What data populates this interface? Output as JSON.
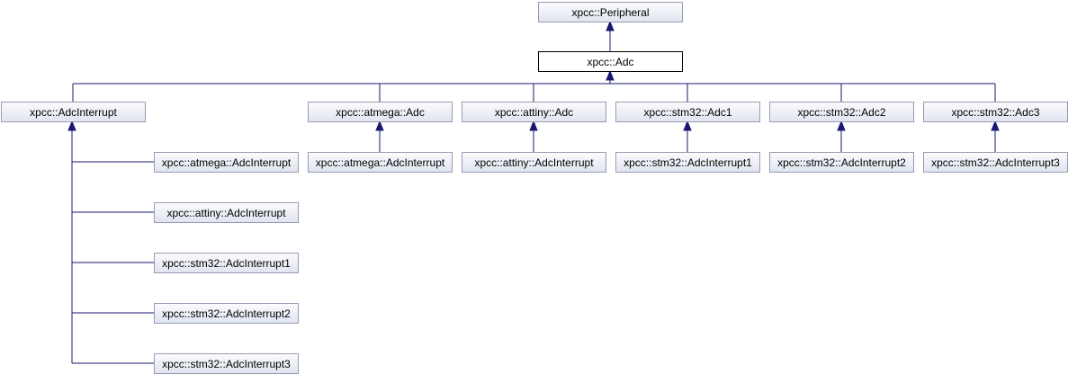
{
  "diagram": {
    "nodes": {
      "peripheral": "xpcc::Peripheral",
      "adc": "xpcc::Adc",
      "adcinterrupt": "xpcc::AdcInterrupt",
      "atmega_adc": "xpcc::atmega::Adc",
      "attiny_adc": "xpcc::attiny::Adc",
      "stm32_adc1": "xpcc::stm32::Adc1",
      "stm32_adc2": "xpcc::stm32::Adc2",
      "stm32_adc3": "xpcc::stm32::Adc3",
      "atmega_adcinterrupt_a": "xpcc::atmega::AdcInterrupt",
      "atmega_adcinterrupt_b": "xpcc::atmega::AdcInterrupt",
      "attiny_adcinterrupt_a": "xpcc::attiny::AdcInterrupt",
      "attiny_adcinterrupt_b": "xpcc::attiny::AdcInterrupt",
      "stm32_adcinterrupt1_a": "xpcc::stm32::AdcInterrupt1",
      "stm32_adcinterrupt1_b": "xpcc::stm32::AdcInterrupt1",
      "stm32_adcinterrupt2_a": "xpcc::stm32::AdcInterrupt2",
      "stm32_adcinterrupt2_b": "xpcc::stm32::AdcInterrupt2",
      "stm32_adcinterrupt3_a": "xpcc::stm32::AdcInterrupt3",
      "stm32_adcinterrupt3_b": "xpcc::stm32::AdcInterrupt3"
    },
    "current_node": "adc",
    "edges": [
      [
        "adc",
        "peripheral"
      ],
      [
        "adcinterrupt",
        "adc"
      ],
      [
        "atmega_adc",
        "adc"
      ],
      [
        "attiny_adc",
        "adc"
      ],
      [
        "stm32_adc1",
        "adc"
      ],
      [
        "stm32_adc2",
        "adc"
      ],
      [
        "stm32_adc3",
        "adc"
      ],
      [
        "atmega_adcinterrupt_b",
        "atmega_adc"
      ],
      [
        "attiny_adcinterrupt_b",
        "attiny_adc"
      ],
      [
        "stm32_adcinterrupt1_b",
        "stm32_adc1"
      ],
      [
        "stm32_adcinterrupt2_b",
        "stm32_adc2"
      ],
      [
        "stm32_adcinterrupt3_b",
        "stm32_adc3"
      ],
      [
        "atmega_adcinterrupt_a",
        "adcinterrupt"
      ],
      [
        "attiny_adcinterrupt_a",
        "adcinterrupt"
      ],
      [
        "stm32_adcinterrupt1_a",
        "adcinterrupt"
      ],
      [
        "stm32_adcinterrupt2_a",
        "adcinterrupt"
      ],
      [
        "stm32_adcinterrupt3_a",
        "adcinterrupt"
      ]
    ],
    "colors": {
      "edge": "#191970",
      "node_border": "#9a9ab4",
      "node_fill_top": "#fcfcfd",
      "node_fill_bottom": "#dfe4f0",
      "current_border": "#000000",
      "current_fill": "#ffffff"
    }
  }
}
